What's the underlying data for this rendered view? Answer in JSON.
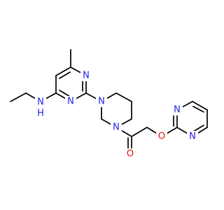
{
  "molecule": {
    "colors": {
      "bond": "#000000",
      "nitrogen": "#2222ee",
      "oxygen": "#ee1111",
      "background": "#ffffff"
    },
    "atom_labels": {
      "nh": "N",
      "nh_h": "H",
      "pyrimidine_n1": "N",
      "pyrimidine_n3": "N",
      "piperazine_n_top": "N",
      "piperazine_n_bottom": "N",
      "carbonyl_o": "O",
      "ether_o": "O",
      "right_pyrimidine_n1": "N",
      "right_pyrimidine_n3": "N"
    }
  }
}
